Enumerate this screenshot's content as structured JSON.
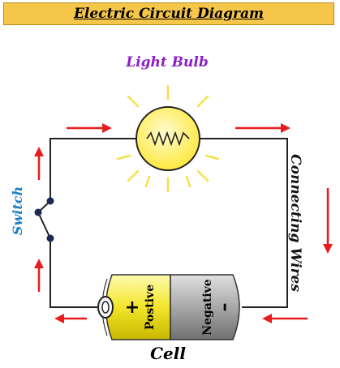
{
  "title": "Electric Circuit Diagram",
  "labels": {
    "light_bulb": "Light Bulb",
    "switch": "Switch",
    "connecting_wires": "Connecting Wires",
    "cell": "Cell",
    "positive_sign": "+",
    "positive": "Postive",
    "negative": "Negative",
    "negative_sign": "–"
  },
  "colors": {
    "title_background": "#f5c64a",
    "light_bulb_label": "#8b1fc4",
    "switch_label": "#1f7fc4",
    "arrow": "#e81c1c",
    "bulb_fill": "#ffee55",
    "rays": "#f4e14a",
    "battery_positive": "#f2e52a",
    "battery_negative": "#a8a8a8"
  }
}
